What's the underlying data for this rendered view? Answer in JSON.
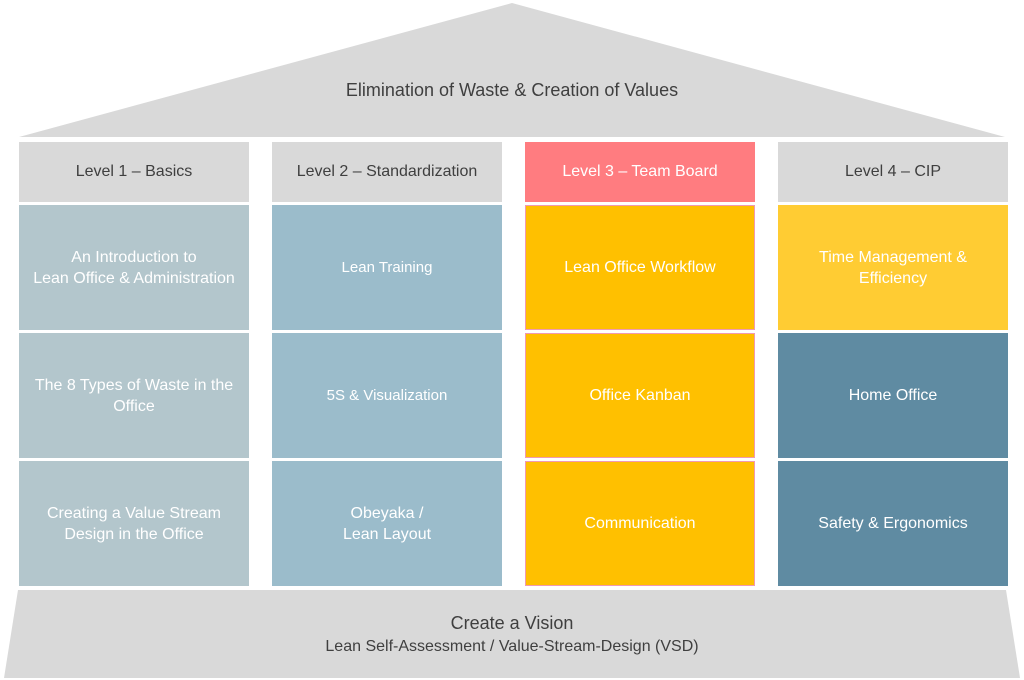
{
  "roof": {
    "title": "Elimination of Waste & Creation of Values"
  },
  "pillars": [
    {
      "header": "Level 1 – Basics",
      "cells": [
        "An Introduction to\nLean Office & Administration",
        "The 8 Types of Waste in the\nOffice",
        "Creating a Value Stream\nDesign in the Office"
      ]
    },
    {
      "header": "Level 2 – Standardization",
      "cells": [
        "Lean Training",
        "5S & Visualization",
        "Obeyaka /\nLean Layout"
      ]
    },
    {
      "header": "Level 3 – Team Board",
      "cells": [
        "Lean Office Workflow",
        "Office Kanban",
        "Communication"
      ]
    },
    {
      "header": "Level 4 – CIP",
      "cells": [
        "Time Management &\nEfficiency",
        "Home Office",
        "Safety & Ergonomics"
      ]
    }
  ],
  "foundation": {
    "title": "Create a Vision",
    "subtitle": "Lean Self-Assessment / Value-Stream-Design (VSD)"
  },
  "colors": {
    "roof": "#d9d9d9",
    "level1": "#b3c6cc",
    "level2": "#9bbccb",
    "level3_header": "#ff7c80",
    "level3": "#ffc000",
    "level4_top": "#ffcc33",
    "level4": "#5f8ba2",
    "text": "#3f3f3f"
  }
}
